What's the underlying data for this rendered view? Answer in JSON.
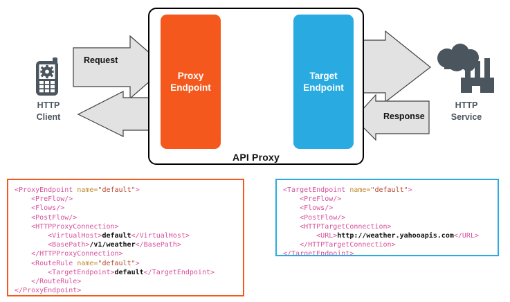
{
  "diagram": {
    "api_proxy": {
      "label": "API Proxy",
      "proxy_endpoint": "Proxy\nEndpoint",
      "proxy_endpoint_line1": "Proxy",
      "proxy_endpoint_line2": "Endpoint",
      "target_endpoint_line1": "Target",
      "target_endpoint_line2": "Endpoint",
      "proxy_color": "#f4581c",
      "target_color": "#29abe2"
    },
    "actors": {
      "client_line1": "HTTP",
      "client_line2": "Client",
      "client_icon": "mobile-phone-gear-icon",
      "service_line1": "HTTP",
      "service_line2": "Service",
      "service_icon": "factory-cloud-icon",
      "icon_color": "#4a555e"
    },
    "arrows": {
      "request_label": "Request",
      "response_label": "Response",
      "fill_color": "#e2e2e2",
      "stroke_color": "#404040"
    }
  },
  "code_blocks": {
    "proxy": {
      "border_color": "#f4581c",
      "lines": [
        [
          {
            "t": "tg",
            "v": "<ProxyEndpoint "
          },
          {
            "t": "at",
            "v": "name="
          },
          {
            "t": "av",
            "v": "\"default\""
          },
          {
            "t": "tg",
            "v": ">"
          }
        ],
        [
          {
            "t": "tg",
            "v": "    <PreFlow/>"
          }
        ],
        [
          {
            "t": "tg",
            "v": "    <Flows/>"
          }
        ],
        [
          {
            "t": "tg",
            "v": "    <PostFlow/>"
          }
        ],
        [
          {
            "t": "tg",
            "v": "    <HTTPProxyConnection>"
          }
        ],
        [
          {
            "t": "tg",
            "v": "        <VirtualHost>"
          },
          {
            "t": "tx",
            "v": "default"
          },
          {
            "t": "tg",
            "v": "</VirtualHost>"
          }
        ],
        [
          {
            "t": "tg",
            "v": "        <BasePath>"
          },
          {
            "t": "tx",
            "v": "/v1/weather"
          },
          {
            "t": "tg",
            "v": "</BasePath>"
          }
        ],
        [
          {
            "t": "tg",
            "v": "    </HTTPProxyConnection>"
          }
        ],
        [
          {
            "t": "tg",
            "v": "    <RouteRule "
          },
          {
            "t": "at",
            "v": "name="
          },
          {
            "t": "av",
            "v": "\"default\""
          },
          {
            "t": "tg",
            "v": ">"
          }
        ],
        [
          {
            "t": "tg",
            "v": "        <TargetEndpoint>"
          },
          {
            "t": "tx",
            "v": "default"
          },
          {
            "t": "tg",
            "v": "</TargetEndpoint>"
          }
        ],
        [
          {
            "t": "tg",
            "v": "    </RouteRule>"
          }
        ],
        [
          {
            "t": "tg",
            "v": "</ProxyEndpoint>"
          }
        ]
      ]
    },
    "target": {
      "border_color": "#29abe2",
      "lines": [
        [
          {
            "t": "tg",
            "v": "<TargetEndpoint "
          },
          {
            "t": "at",
            "v": "name="
          },
          {
            "t": "av",
            "v": "\"default\""
          },
          {
            "t": "tg",
            "v": ">"
          }
        ],
        [
          {
            "t": "tg",
            "v": "    <PreFlow/>"
          }
        ],
        [
          {
            "t": "tg",
            "v": "    <Flows/>"
          }
        ],
        [
          {
            "t": "tg",
            "v": "    <PostFlow/>"
          }
        ],
        [
          {
            "t": "tg",
            "v": "    <HTTPTargetConnection>"
          }
        ],
        [
          {
            "t": "tg",
            "v": "        <URL>"
          },
          {
            "t": "tx",
            "v": "http://weather.yahooapis.com"
          },
          {
            "t": "tg",
            "v": "</URL>"
          }
        ],
        [
          {
            "t": "tg",
            "v": "    </HTTPTargetConnection>"
          }
        ],
        [
          {
            "t": "tg",
            "v": "</TargetEndpoint>"
          }
        ]
      ]
    }
  }
}
